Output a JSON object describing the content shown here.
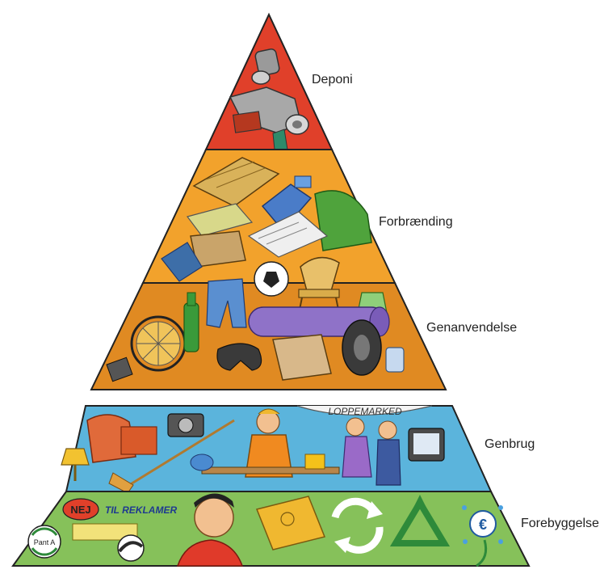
{
  "title": "",
  "levels": [
    {
      "id": "deponi",
      "label": "Deponi",
      "color": "#e0402a"
    },
    {
      "id": "forbraending",
      "label": "Forbrænding",
      "color": "#f2a22c"
    },
    {
      "id": "genanvendelse",
      "label": "Genanvendelse",
      "color": "#e08a22"
    },
    {
      "id": "genbrug",
      "label": "Genbrug",
      "color": "#5bb4dc"
    },
    {
      "id": "forebyggelse",
      "label": "Forebyggelse",
      "color": "#86c15a"
    }
  ],
  "illustration_text": {
    "loppemarked_sign": "LOPPEMARKED",
    "nej_badge": "NEJ",
    "til_reklamer": "TIL REKLAMER",
    "pant_a": "Pant A"
  },
  "icons": [
    "recycle-arrows-icon",
    "recycle-triangle-icon",
    "energy-label-icon",
    "pant-icon"
  ]
}
